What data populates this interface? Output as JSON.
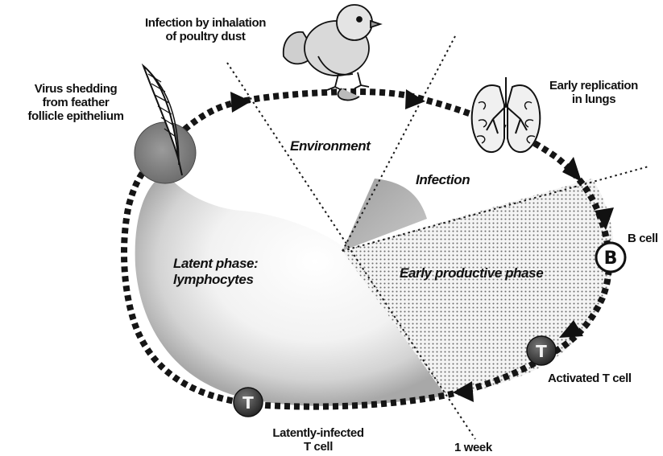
{
  "labels": {
    "inhalation": "Infection by inhalation\nof poultry dust",
    "shedding": "Virus shedding\nfrom feather\nfollicle epithelium",
    "lungs": "Early replication\nin lungs",
    "environment": "Environment",
    "infection": "Infection",
    "latent_phase": "Latent phase:\nlymphocytes",
    "early_productive": "Early productive phase",
    "b_cell": "B cell",
    "activated_t": "Activated T cell",
    "latent_t": "Latently-infected\nT cell",
    "one_week": "1 week"
  },
  "cell_letters": {
    "b": "B",
    "t": "T"
  },
  "icons": [
    "chick-icon",
    "feather-icon",
    "lungs-icon"
  ],
  "colors": {
    "arrow": "#151515",
    "gray_sector": "#b9b9b9",
    "dotted": "#777777",
    "cell_dark": "#3a3a3a"
  }
}
